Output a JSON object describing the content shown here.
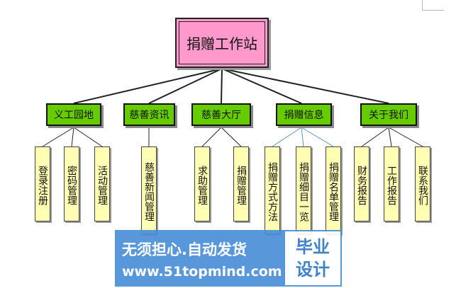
{
  "root": {
    "label": "捐赠工作站"
  },
  "categories": [
    {
      "label": "义工园地",
      "children": [
        "登录注册",
        "密码管理",
        "活动管理"
      ]
    },
    {
      "label": "慈善资讯",
      "children": [
        "慈善新闻管理"
      ]
    },
    {
      "label": "慈善大厅",
      "children": [
        "求助管理",
        "捐赠管理"
      ]
    },
    {
      "label": "捐赠信息",
      "children": [
        "捐赠方式方法",
        "捐赠细目一览",
        "捐赠名单管理"
      ]
    },
    {
      "label": "关于我们",
      "children": [
        "财务报告",
        "工作报告",
        "联系我们"
      ]
    }
  ],
  "watermark": {
    "line1": "无须担心.自动发货",
    "line2": "www.51topmind.com",
    "right_top": "毕业",
    "right_bottom": "设计"
  },
  "colors": {
    "root_fill": "#ff99cc",
    "category_fill": "#66cc00",
    "leaf_fill": "#ffffb3",
    "connector": "#222222",
    "connector_blue": "#5b8fc9",
    "watermark": "#4a8fd6"
  }
}
